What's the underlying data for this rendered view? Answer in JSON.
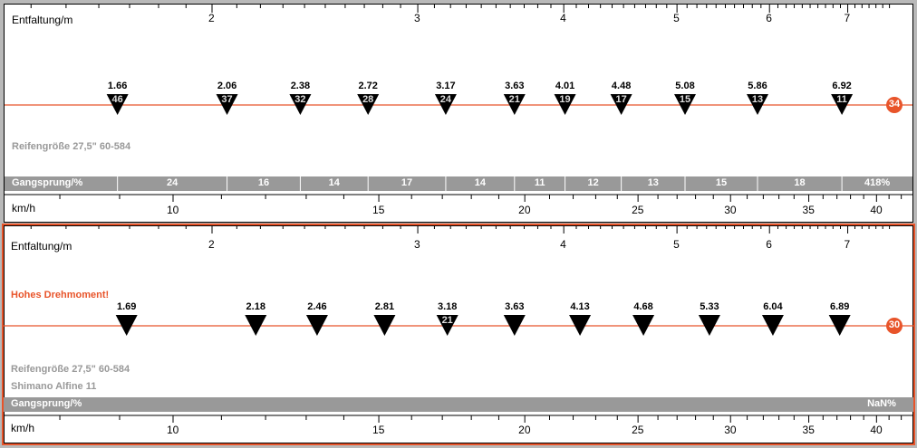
{
  "colors": {
    "accent": "#e8542a",
    "bar": "#999999",
    "marker": "#000000"
  },
  "panels": [
    {
      "top_axis_label": "Entfaltung/m",
      "top_axis_ticks": [
        "2",
        "3",
        "4",
        "5",
        "6",
        "7"
      ],
      "warning": "",
      "tire": "Reifengröße 27,5\" 60-584",
      "hub": "",
      "chainring": "34",
      "gears": [
        {
          "dev": "1.66",
          "teeth": "46"
        },
        {
          "dev": "2.06",
          "teeth": "37"
        },
        {
          "dev": "2.38",
          "teeth": "32"
        },
        {
          "dev": "2.72",
          "teeth": "28"
        },
        {
          "dev": "3.17",
          "teeth": "24"
        },
        {
          "dev": "3.63",
          "teeth": "21"
        },
        {
          "dev": "4.01",
          "teeth": "19"
        },
        {
          "dev": "4.48",
          "teeth": "17"
        },
        {
          "dev": "5.08",
          "teeth": "15"
        },
        {
          "dev": "5.86",
          "teeth": "13"
        },
        {
          "dev": "6.92",
          "teeth": "11"
        }
      ],
      "step_label": "Gangsprung/%",
      "steps": [
        "24",
        "16",
        "14",
        "17",
        "14",
        "11",
        "12",
        "13",
        "15",
        "18"
      ],
      "range": "418%",
      "speed_axis_label": "km/h",
      "speed_ticks": [
        "10",
        "15",
        "20",
        "25",
        "30",
        "35",
        "40"
      ]
    },
    {
      "top_axis_label": "Entfaltung/m",
      "top_axis_ticks": [
        "2",
        "3",
        "4",
        "5",
        "6",
        "7"
      ],
      "warning": "Hohes Drehmoment!",
      "tire": "Reifengröße 27,5\" 60-584",
      "hub": "Shimano Alfine 11",
      "chainring": "30",
      "gears": [
        {
          "dev": "1.69",
          "teeth": ""
        },
        {
          "dev": "2.18",
          "teeth": ""
        },
        {
          "dev": "2.46",
          "teeth": ""
        },
        {
          "dev": "2.81",
          "teeth": ""
        },
        {
          "dev": "3.18",
          "teeth": "21"
        },
        {
          "dev": "3.63",
          "teeth": ""
        },
        {
          "dev": "4.13",
          "teeth": ""
        },
        {
          "dev": "4.68",
          "teeth": ""
        },
        {
          "dev": "5.33",
          "teeth": ""
        },
        {
          "dev": "6.04",
          "teeth": ""
        },
        {
          "dev": "6.89",
          "teeth": ""
        }
      ],
      "step_label": "Gangsprung/%",
      "steps": [],
      "range": "NaN%",
      "speed_axis_label": "km/h",
      "speed_ticks": [
        "10",
        "15",
        "20",
        "25",
        "30",
        "35",
        "40"
      ]
    }
  ]
}
